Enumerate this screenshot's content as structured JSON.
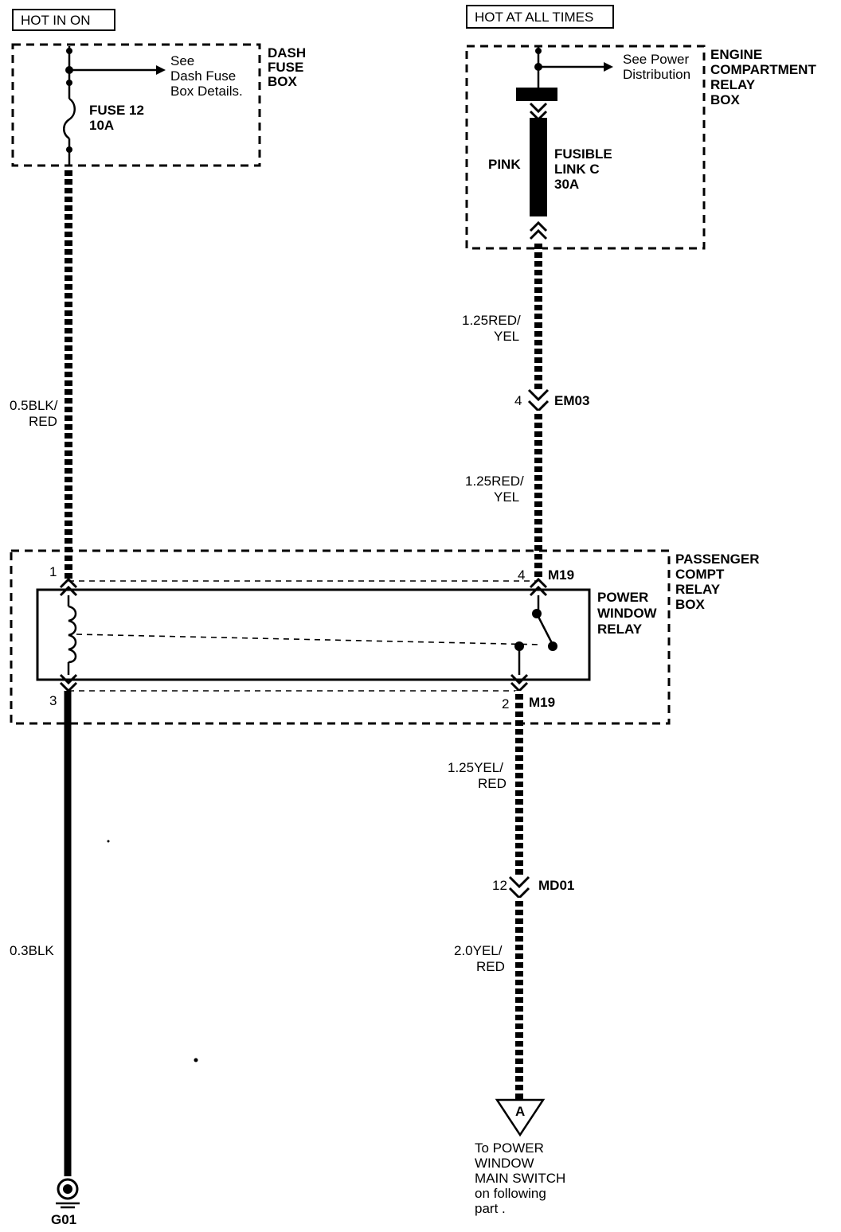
{
  "labels": {
    "hot_in_on": "HOT IN ON",
    "hot_all_times": "HOT AT ALL TIMES",
    "dash_fuse_box": [
      "DASH",
      "FUSE",
      "BOX"
    ],
    "see_dash": [
      "See",
      "Dash Fuse",
      "Box Details."
    ],
    "fuse": [
      "FUSE 12",
      "10A"
    ],
    "see_power": [
      "See Power",
      "Distribution"
    ],
    "engine_box": [
      "ENGINE",
      "COMPARTMENT",
      "RELAY",
      "BOX"
    ],
    "pink": "PINK",
    "fusible": [
      "FUSIBLE",
      "LINK C",
      "30A"
    ],
    "wire_left_top": [
      "0.5BLK/",
      "RED"
    ],
    "wire_right_1": [
      "1.25RED/",
      "YEL"
    ],
    "conn_em03_pin": "4",
    "conn_em03": "EM03",
    "wire_right_2": [
      "1.25RED/",
      "YEL"
    ],
    "passenger_box": [
      "PASSENGER",
      "COMPT",
      "RELAY",
      "BOX"
    ],
    "pin1": "1",
    "pin4": "4",
    "m19_top": "M19",
    "relay": [
      "POWER",
      "WINDOW",
      "RELAY"
    ],
    "pin3": "3",
    "pin2": "2",
    "m19_bottom": "M19",
    "wire_right_3": [
      "1.25YEL/",
      "RED"
    ],
    "conn_md01_pin": "12",
    "conn_md01": "MD01",
    "wire_right_4": [
      "2.0YEL/",
      "RED"
    ],
    "wire_left_bottom": "0.3BLK",
    "triangle": "A",
    "to_switch": [
      "To POWER",
      "WINDOW",
      "MAIN SWITCH",
      "on following",
      "part ."
    ],
    "ground": "G01"
  }
}
